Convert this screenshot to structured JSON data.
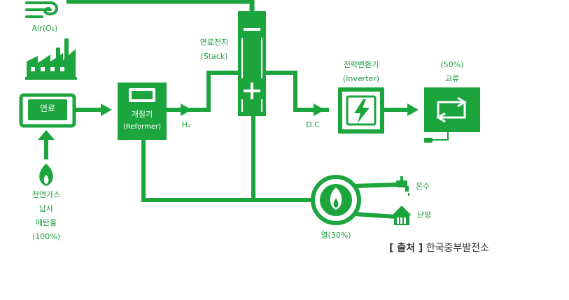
{
  "colors": {
    "accent": "#1ba53c",
    "text": "#1e9a3e",
    "source_text": "#333333"
  },
  "air": {
    "label": "Air(O₂)"
  },
  "fuel": {
    "label": "연료"
  },
  "natural_gas": {
    "line1": "천연가스",
    "line2": "납사",
    "line3": "메탄올",
    "line4": "(100%)"
  },
  "reformer": {
    "line1": "개질기",
    "line2": "(Reformer)"
  },
  "h2": {
    "label": "H₂"
  },
  "stack": {
    "line1": "연료전지",
    "line2": "(Stack)",
    "minus": "−",
    "plus": "+"
  },
  "dc": {
    "label": "D.C"
  },
  "inverter": {
    "line1": "전력변환기",
    "line2": "(Inverter)"
  },
  "ac": {
    "line1": "(50%)",
    "line2": "교류"
  },
  "heat": {
    "label": "열(30%)"
  },
  "hot_water": {
    "label": "온수"
  },
  "heating": {
    "label": "난방"
  },
  "source": {
    "bracket": "[ 출처 ]",
    "name": "한국중부발전소"
  }
}
